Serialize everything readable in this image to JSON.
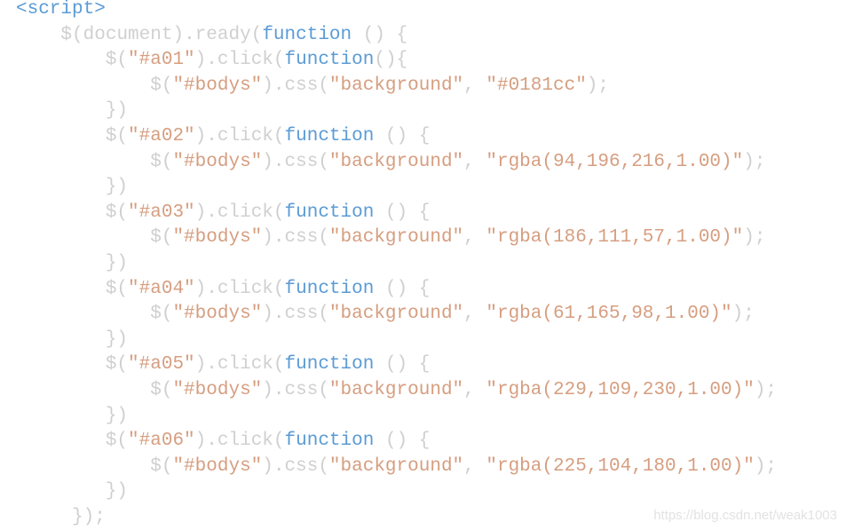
{
  "code": {
    "lines": [
      {
        "indent": "",
        "parts": [
          {
            "t": "<script>",
            "c": "c-tag"
          }
        ]
      },
      {
        "indent": "    ",
        "parts": [
          {
            "t": "$(",
            "c": "c-pun"
          },
          {
            "t": "document",
            "c": "c-id"
          },
          {
            "t": ").",
            "c": "c-pun"
          },
          {
            "t": "ready",
            "c": "c-id"
          },
          {
            "t": "(",
            "c": "c-pun"
          },
          {
            "t": "function",
            "c": "c-kw"
          },
          {
            "t": " () {",
            "c": "c-pun"
          }
        ]
      },
      {
        "indent": "        ",
        "parts": [
          {
            "t": "$(",
            "c": "c-pun"
          },
          {
            "t": "\"#a01\"",
            "c": "c-str"
          },
          {
            "t": ").",
            "c": "c-pun"
          },
          {
            "t": "click",
            "c": "c-id"
          },
          {
            "t": "(",
            "c": "c-pun"
          },
          {
            "t": "function",
            "c": "c-kw"
          },
          {
            "t": "(){",
            "c": "c-pun"
          }
        ]
      },
      {
        "indent": "            ",
        "parts": [
          {
            "t": "$(",
            "c": "c-pun"
          },
          {
            "t": "\"#bodys\"",
            "c": "c-str"
          },
          {
            "t": ").",
            "c": "c-pun"
          },
          {
            "t": "css",
            "c": "c-id"
          },
          {
            "t": "(",
            "c": "c-pun"
          },
          {
            "t": "\"background\"",
            "c": "c-str"
          },
          {
            "t": ", ",
            "c": "c-pun"
          },
          {
            "t": "\"#0181cc\"",
            "c": "c-str"
          },
          {
            "t": ");",
            "c": "c-pun"
          }
        ]
      },
      {
        "indent": "        ",
        "parts": [
          {
            "t": "})",
            "c": "c-pun"
          }
        ]
      },
      {
        "indent": "        ",
        "parts": [
          {
            "t": "$(",
            "c": "c-pun"
          },
          {
            "t": "\"#a02\"",
            "c": "c-str"
          },
          {
            "t": ").",
            "c": "c-pun"
          },
          {
            "t": "click",
            "c": "c-id"
          },
          {
            "t": "(",
            "c": "c-pun"
          },
          {
            "t": "function",
            "c": "c-kw"
          },
          {
            "t": " () {",
            "c": "c-pun"
          }
        ]
      },
      {
        "indent": "            ",
        "parts": [
          {
            "t": "$(",
            "c": "c-pun"
          },
          {
            "t": "\"#bodys\"",
            "c": "c-str"
          },
          {
            "t": ").",
            "c": "c-pun"
          },
          {
            "t": "css",
            "c": "c-id"
          },
          {
            "t": "(",
            "c": "c-pun"
          },
          {
            "t": "\"background\"",
            "c": "c-str"
          },
          {
            "t": ", ",
            "c": "c-pun"
          },
          {
            "t": "\"rgba(94,196,216,1.00)\"",
            "c": "c-str"
          },
          {
            "t": ");",
            "c": "c-pun"
          }
        ]
      },
      {
        "indent": "        ",
        "parts": [
          {
            "t": "})",
            "c": "c-pun"
          }
        ]
      },
      {
        "indent": "        ",
        "parts": [
          {
            "t": "$(",
            "c": "c-pun"
          },
          {
            "t": "\"#a03\"",
            "c": "c-str"
          },
          {
            "t": ").",
            "c": "c-pun"
          },
          {
            "t": "click",
            "c": "c-id"
          },
          {
            "t": "(",
            "c": "c-pun"
          },
          {
            "t": "function",
            "c": "c-kw"
          },
          {
            "t": " () {",
            "c": "c-pun"
          }
        ]
      },
      {
        "indent": "            ",
        "parts": [
          {
            "t": "$(",
            "c": "c-pun"
          },
          {
            "t": "\"#bodys\"",
            "c": "c-str"
          },
          {
            "t": ").",
            "c": "c-pun"
          },
          {
            "t": "css",
            "c": "c-id"
          },
          {
            "t": "(",
            "c": "c-pun"
          },
          {
            "t": "\"background\"",
            "c": "c-str"
          },
          {
            "t": ", ",
            "c": "c-pun"
          },
          {
            "t": "\"rgba(186,111,57,1.00)\"",
            "c": "c-str"
          },
          {
            "t": ");",
            "c": "c-pun"
          }
        ]
      },
      {
        "indent": "        ",
        "parts": [
          {
            "t": "})",
            "c": "c-pun"
          }
        ]
      },
      {
        "indent": "        ",
        "parts": [
          {
            "t": "$(",
            "c": "c-pun"
          },
          {
            "t": "\"#a04\"",
            "c": "c-str"
          },
          {
            "t": ").",
            "c": "c-pun"
          },
          {
            "t": "click",
            "c": "c-id"
          },
          {
            "t": "(",
            "c": "c-pun"
          },
          {
            "t": "function",
            "c": "c-kw"
          },
          {
            "t": " () {",
            "c": "c-pun"
          }
        ]
      },
      {
        "indent": "            ",
        "parts": [
          {
            "t": "$(",
            "c": "c-pun"
          },
          {
            "t": "\"#bodys\"",
            "c": "c-str"
          },
          {
            "t": ").",
            "c": "c-pun"
          },
          {
            "t": "css",
            "c": "c-id"
          },
          {
            "t": "(",
            "c": "c-pun"
          },
          {
            "t": "\"background\"",
            "c": "c-str"
          },
          {
            "t": ", ",
            "c": "c-pun"
          },
          {
            "t": "\"rgba(61,165,98,1.00)\"",
            "c": "c-str"
          },
          {
            "t": ");",
            "c": "c-pun"
          }
        ]
      },
      {
        "indent": "        ",
        "parts": [
          {
            "t": "})",
            "c": "c-pun"
          }
        ]
      },
      {
        "indent": "        ",
        "parts": [
          {
            "t": "$(",
            "c": "c-pun"
          },
          {
            "t": "\"#a05\"",
            "c": "c-str"
          },
          {
            "t": ").",
            "c": "c-pun"
          },
          {
            "t": "click",
            "c": "c-id"
          },
          {
            "t": "(",
            "c": "c-pun"
          },
          {
            "t": "function",
            "c": "c-kw"
          },
          {
            "t": " () {",
            "c": "c-pun"
          }
        ]
      },
      {
        "indent": "            ",
        "parts": [
          {
            "t": "$(",
            "c": "c-pun"
          },
          {
            "t": "\"#bodys\"",
            "c": "c-str"
          },
          {
            "t": ").",
            "c": "c-pun"
          },
          {
            "t": "css",
            "c": "c-id"
          },
          {
            "t": "(",
            "c": "c-pun"
          },
          {
            "t": "\"background\"",
            "c": "c-str"
          },
          {
            "t": ", ",
            "c": "c-pun"
          },
          {
            "t": "\"rgba(229,109,230,1.00)\"",
            "c": "c-str"
          },
          {
            "t": ");",
            "c": "c-pun"
          }
        ]
      },
      {
        "indent": "        ",
        "parts": [
          {
            "t": "})",
            "c": "c-pun"
          }
        ]
      },
      {
        "indent": "        ",
        "parts": [
          {
            "t": "$(",
            "c": "c-pun"
          },
          {
            "t": "\"#a06\"",
            "c": "c-str"
          },
          {
            "t": ").",
            "c": "c-pun"
          },
          {
            "t": "click",
            "c": "c-id"
          },
          {
            "t": "(",
            "c": "c-pun"
          },
          {
            "t": "function",
            "c": "c-kw"
          },
          {
            "t": " () {",
            "c": "c-pun"
          }
        ]
      },
      {
        "indent": "            ",
        "parts": [
          {
            "t": "$(",
            "c": "c-pun"
          },
          {
            "t": "\"#bodys\"",
            "c": "c-str"
          },
          {
            "t": ").",
            "c": "c-pun"
          },
          {
            "t": "css",
            "c": "c-id"
          },
          {
            "t": "(",
            "c": "c-pun"
          },
          {
            "t": "\"background\"",
            "c": "c-str"
          },
          {
            "t": ", ",
            "c": "c-pun"
          },
          {
            "t": "\"rgba(225,104,180,1.00)\"",
            "c": "c-str"
          },
          {
            "t": ");",
            "c": "c-pun"
          }
        ]
      },
      {
        "indent": "        ",
        "parts": [
          {
            "t": "})",
            "c": "c-pun"
          }
        ]
      },
      {
        "indent": "     ",
        "parts": [
          {
            "t": "});",
            "c": "c-pun"
          }
        ]
      }
    ]
  },
  "watermark": "https://blog.csdn.net/weak1003"
}
